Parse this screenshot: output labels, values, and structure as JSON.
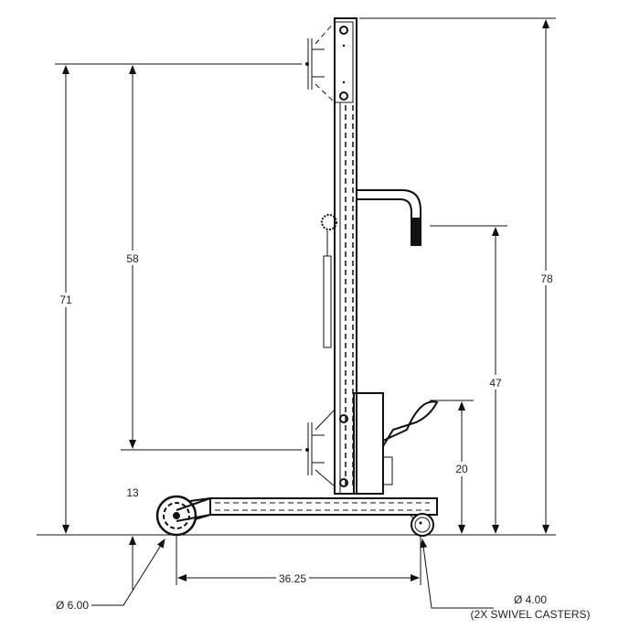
{
  "drawing": {
    "dimensions": {
      "overall_height": "78",
      "mast_height": "71",
      "lift_travel": "58",
      "handle_height": "47",
      "pedal_height": "20",
      "min_fork_height": "13",
      "wheelbase": "36.25",
      "rear_wheel_diameter": "Ø 6.00",
      "caster_diameter": "Ø 4.00",
      "caster_note": "(2X SWIVEL CASTERS)"
    },
    "line_color": "#111111"
  }
}
